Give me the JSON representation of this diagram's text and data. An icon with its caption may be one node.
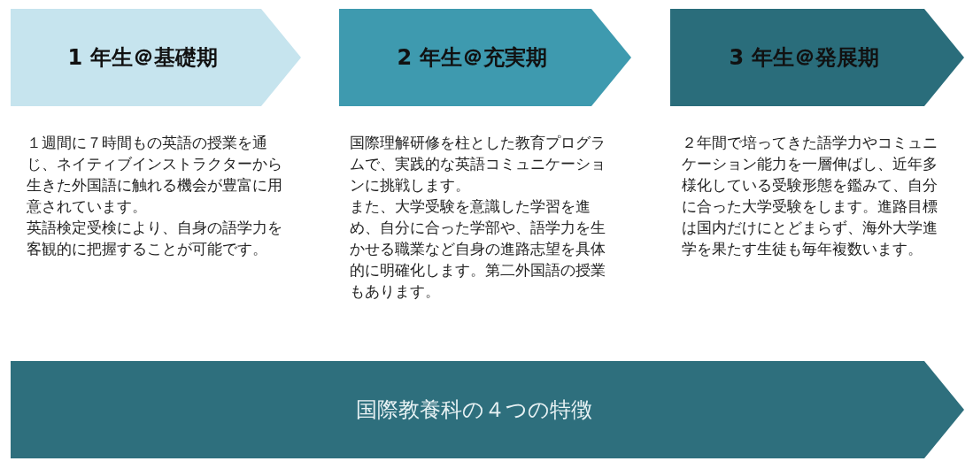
{
  "diagram": {
    "nodes": [
      {
        "text": [
          "1 年生＠基礎期"
        ],
        "beside": [
          "１週間に７時間もの英語の授業を通じ、ネイティブインストラクターから生きた外国語に触れる機会が豊富に用意されています。",
          "英語検定受検により、自身の語学力を客観的に把握することが可能です。"
        ]
      },
      {
        "text": [
          "2 年生＠充実期"
        ],
        "beside": [
          "国際理解研修を柱とした教育プログラムで、実践的な英語コミュニケーションに挑戦します。",
          "また、大学受験を意識した学習を進め、自分に合った学部や、語学力を生かせる職業など自身の進路志望を具体的に明確化します。第二外国語の授業もあります。"
        ]
      },
      {
        "text": [
          "3 年生＠発展期"
        ],
        "beside": [
          "２年間で培ってきた語学力やコミュニケーション能力を一層伸ばし、近年多様化している受験形態を鑑みて、自分に合った大学受験をします。進路目標は国内だけにとどまらず、海外大学進学を果たす生徒も毎年複数います。"
        ]
      },
      {
        "text": [
          "国際教養科の４つの特徴"
        ]
      }
    ]
  }
}
